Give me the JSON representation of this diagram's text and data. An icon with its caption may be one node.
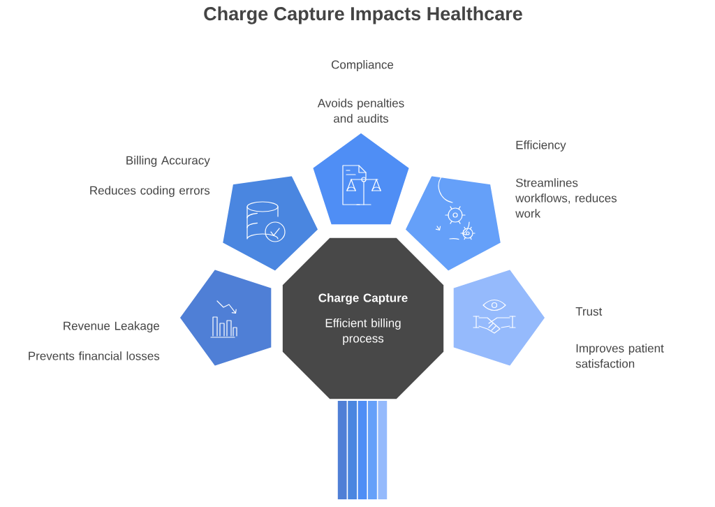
{
  "diagram": {
    "title": "Charge Capture Impacts Healthcare",
    "nodes": [
      {
        "text": [
          "Charge Capture",
          "Efficient billing process"
        ]
      },
      {
        "text": [
          "Revenue Leakage",
          "Prevents financial losses"
        ]
      },
      {
        "text": [
          "Billing Accuracy",
          "Reduces coding errors"
        ]
      },
      {
        "text": [
          "Compliance",
          "Avoids penalties and audits"
        ]
      },
      {
        "text": [
          "Efficiency",
          "Streamlines workflows, reduces work"
        ]
      },
      {
        "text": [
          "Trust",
          "Improves patient satisfaction"
        ]
      }
    ]
  }
}
